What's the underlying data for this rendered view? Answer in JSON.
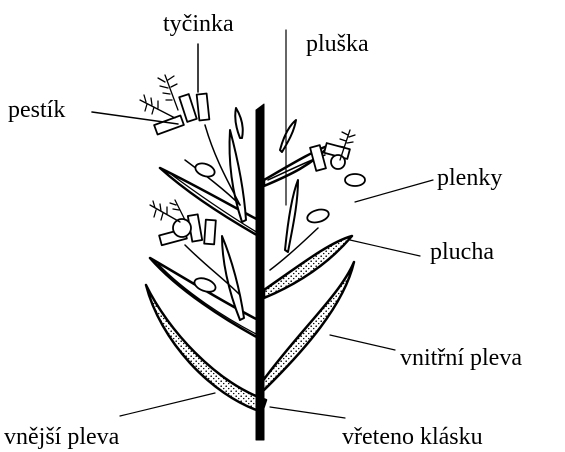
{
  "labels": {
    "stamen": "tyčinka",
    "pistil": "pestík",
    "awn": "pluška",
    "lodicules": "plenky",
    "lemma": "plucha",
    "inner_glume": "vnitřní pleva",
    "outer_glume": "vnější pleva",
    "rachilla": "vřeteno klásku"
  },
  "colors": {
    "ink": "#000000",
    "background": "#ffffff"
  }
}
